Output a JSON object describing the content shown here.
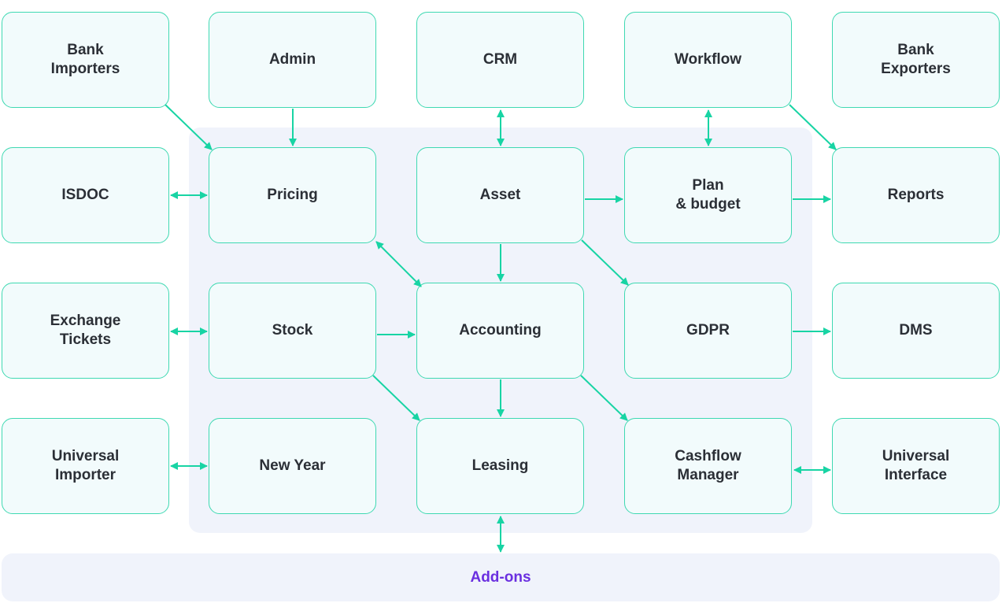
{
  "colors": {
    "module_border": "#3fd9b2",
    "module_fill": "#f2fbfc",
    "core_area_fill": "#f0f3fb",
    "arrow": "#18d4a4",
    "label_text": "#2b2f36",
    "addons_text": "#6a2fe0"
  },
  "modules": {
    "bank_importers": "Bank\nImporters",
    "admin": "Admin",
    "crm": "CRM",
    "workflow": "Workflow",
    "bank_exporters": "Bank\nExporters",
    "isdoc": "ISDOC",
    "pricing": "Pricing",
    "asset": "Asset",
    "plan_budget": "Plan\n& budget",
    "reports": "Reports",
    "exchange_tickets": "Exchange\nTickets",
    "stock": "Stock",
    "accounting": "Accounting",
    "gdpr": "GDPR",
    "dms": "DMS",
    "universal_importer": "Universal\nImporter",
    "new_year": "New Year",
    "leasing": "Leasing",
    "cashflow_manager": "Cashflow\nManager",
    "universal_interface": "Universal\nInterface"
  },
  "addons": {
    "label": "Add-ons"
  }
}
